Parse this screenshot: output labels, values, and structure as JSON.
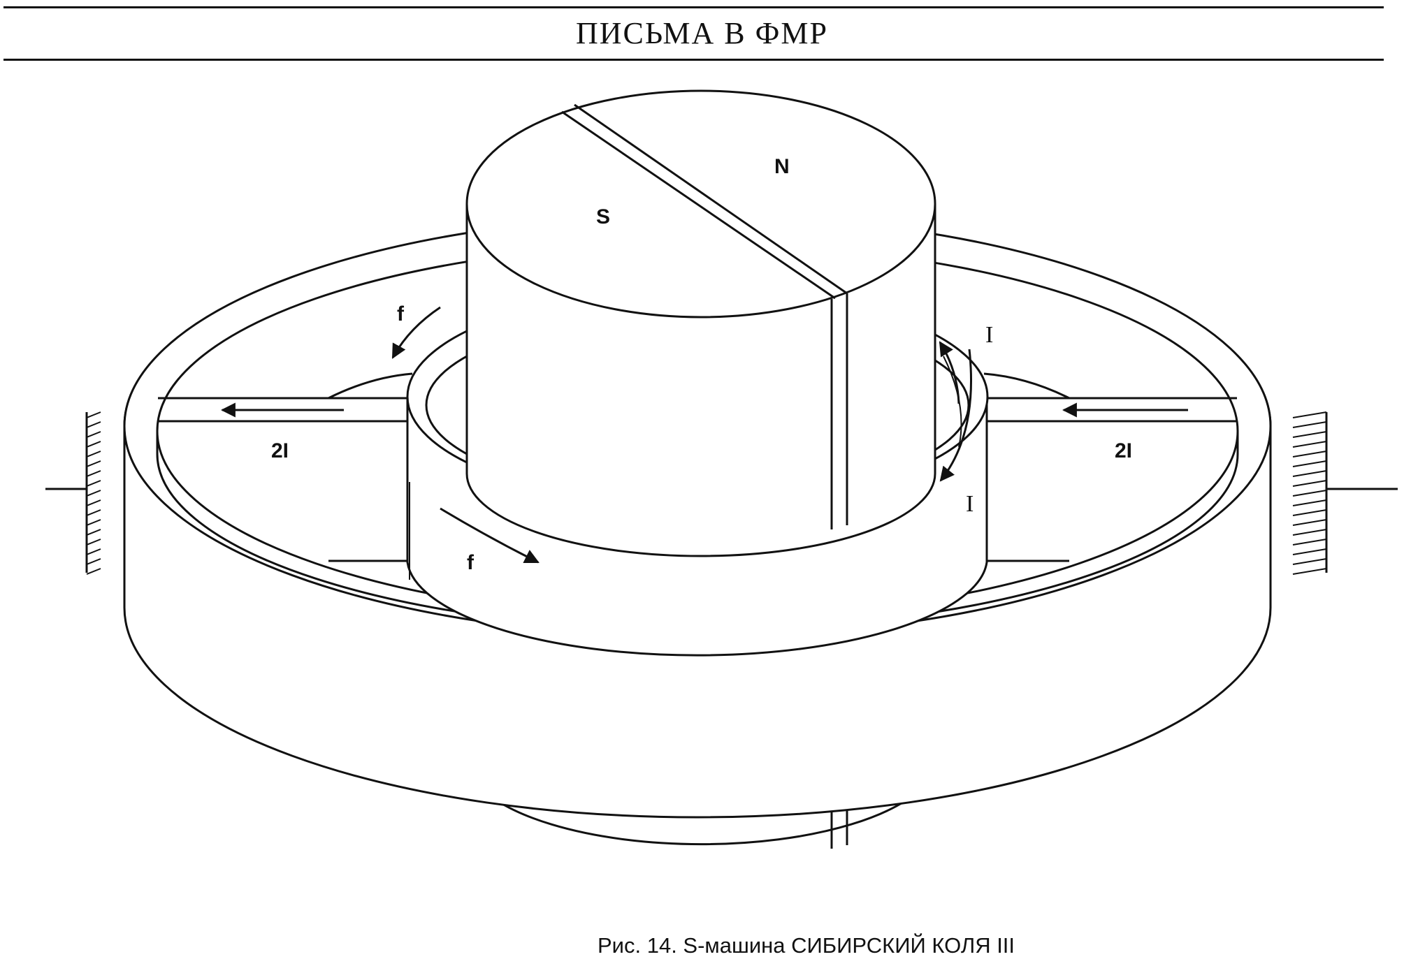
{
  "header": {
    "title": "ПИСЬМА  В  ФМР"
  },
  "diagram": {
    "labels": {
      "north_pole": "N",
      "south_pole": "S",
      "force_left": "f",
      "force_bottom": "f",
      "current_top": "I",
      "current_bottom": "I",
      "double_current_left": "2I",
      "double_current_right": "2I"
    }
  },
  "caption": {
    "text": "Рис. 14. S-машина СИБИРСКИЙ КОЛЯ  III"
  }
}
